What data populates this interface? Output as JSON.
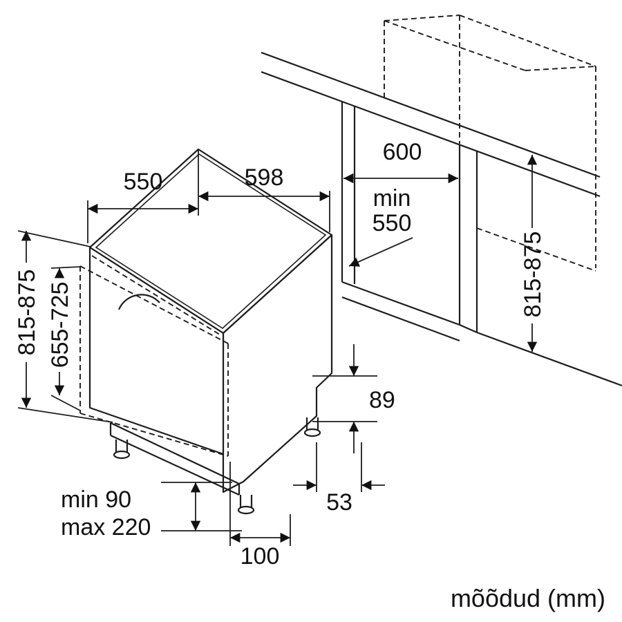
{
  "figure": {
    "caption": "mõõdud (mm)"
  },
  "dimensions": {
    "top_depth": "550",
    "top_width": "598",
    "niche_width": "600",
    "niche_depth_label": "min",
    "niche_depth_value": "550",
    "niche_height": "815-875",
    "unit_height": "815-875",
    "door_panel_height": "655-725",
    "side_notch_height": "89",
    "side_notch_depth": "53",
    "plinth_min": "min 90",
    "plinth_max": "max 220",
    "door_offset": "100"
  }
}
